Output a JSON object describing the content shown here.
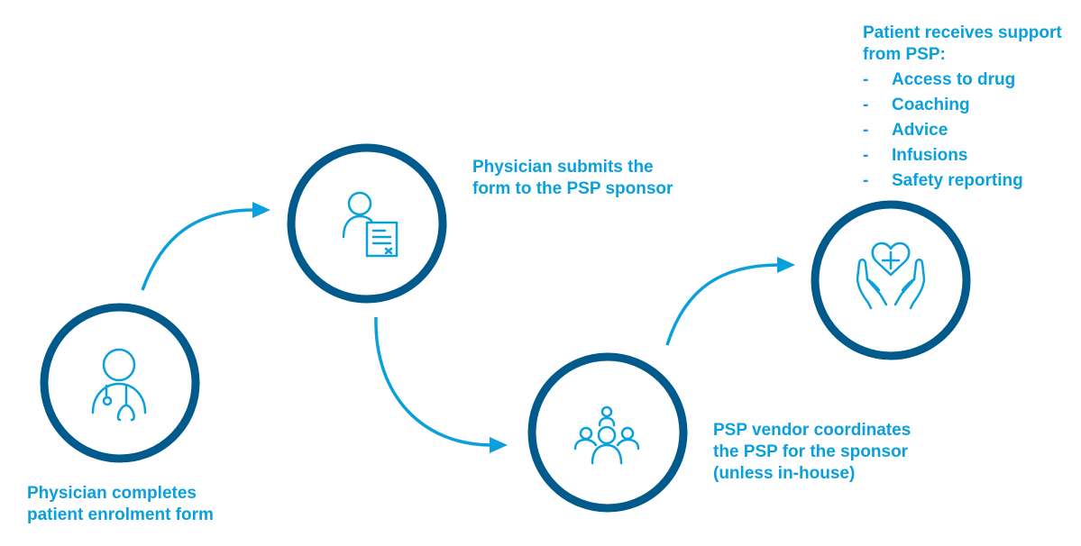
{
  "colors": {
    "circle": "#005a8b",
    "accent": "#0aa0dc"
  },
  "steps": [
    {
      "icon": "physician-icon",
      "label_lines": [
        "Physician completes",
        "patient enrolment form"
      ]
    },
    {
      "icon": "person-with-document-icon",
      "label_lines": [
        "Physician submits the",
        "form to the PSP sponsor"
      ]
    },
    {
      "icon": "group-of-people-icon",
      "label_lines": [
        "PSP vendor coordinates",
        "the PSP for the sponsor",
        "(unless in-house)"
      ]
    },
    {
      "icon": "hands-holding-heart-icon",
      "label_lines": [
        "Patient receives support",
        "from PSP:"
      ],
      "bullets": [
        "Access to drug",
        "Coaching",
        "Advice",
        "Infusions",
        "Safety reporting"
      ],
      "bullet_marker": "-"
    }
  ]
}
